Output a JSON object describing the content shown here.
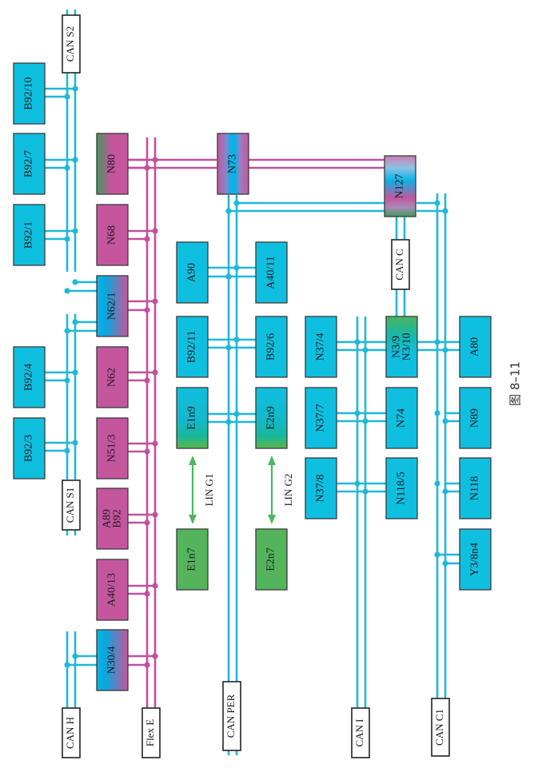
{
  "figure": {
    "caption": "图 8–11",
    "orientation": "rotated-90-ccw"
  },
  "colors": {
    "can_bus": "#1fb8d9",
    "flexray_bus": "#c2509e",
    "lin_bus": "#4cb860",
    "module_can": "#0fbfe0",
    "module_flexray": "#c4569e",
    "module_lin": "#54b45c",
    "tag_border": "#222222"
  },
  "buses": [
    {
      "id": "can-s2",
      "label": "CAN S2",
      "type": "can"
    },
    {
      "id": "can-s1",
      "label": "CAN S1",
      "type": "can"
    },
    {
      "id": "can-h",
      "label": "CAN H",
      "type": "can"
    },
    {
      "id": "flex-e",
      "label": "Flex E",
      "type": "flexray"
    },
    {
      "id": "can-per",
      "label": "CAN PER",
      "type": "can"
    },
    {
      "id": "can-i",
      "label": "CAN I",
      "type": "can"
    },
    {
      "id": "can-c",
      "label": "CAN C",
      "type": "can"
    },
    {
      "id": "can-c1",
      "label": "CAN C1",
      "type": "can"
    },
    {
      "id": "lin-g1",
      "label": "LIN G1",
      "type": "lin"
    },
    {
      "id": "lin-g2",
      "label": "LIN G2",
      "type": "lin"
    }
  ],
  "modules": [
    {
      "id": "b92-10",
      "label": "B92/10",
      "type": "can",
      "bus": "CAN S2"
    },
    {
      "id": "b92-7",
      "label": "B92/7",
      "type": "can",
      "bus": "CAN S2"
    },
    {
      "id": "b92-1",
      "label": "B92/1",
      "type": "can",
      "bus": "CAN S2"
    },
    {
      "id": "b92-4",
      "label": "B92/4",
      "type": "can",
      "bus": "CAN S1"
    },
    {
      "id": "b92-3",
      "label": "B92/3",
      "type": "can",
      "bus": "CAN S1"
    },
    {
      "id": "n80",
      "label": "N80",
      "type": "gateway-green-magenta",
      "bus": "Flex E"
    },
    {
      "id": "n68",
      "label": "N68",
      "type": "flexray",
      "bus": "Flex E"
    },
    {
      "id": "n62-1",
      "label": "N62/1",
      "type": "gateway-cyan-magenta",
      "bus": "CAN S1 / CAN S2 / Flex E"
    },
    {
      "id": "n62",
      "label": "N62",
      "type": "flexray",
      "bus": "Flex E"
    },
    {
      "id": "n51-3",
      "label": "N51/3",
      "type": "flexray",
      "bus": "Flex E"
    },
    {
      "id": "a89-b92",
      "label": "A89",
      "label2": "B92",
      "type": "flexray",
      "bus": "Flex E"
    },
    {
      "id": "a40-13",
      "label": "A40/13",
      "type": "flexray",
      "bus": "Flex E"
    },
    {
      "id": "n30-4",
      "label": "N30/4",
      "type": "gateway-cyan-magenta",
      "bus": "CAN H / Flex E"
    },
    {
      "id": "n73",
      "label": "N73",
      "type": "gateway-striped",
      "bus": "Flex E / CAN PER"
    },
    {
      "id": "n127",
      "label": "N127",
      "type": "gateway-striped",
      "bus": "Flex E / CAN PER / CAN C / CAN C1"
    },
    {
      "id": "a90",
      "label": "A90",
      "type": "can",
      "bus": "CAN PER"
    },
    {
      "id": "a40-11",
      "label": "A40/11",
      "type": "can",
      "bus": "CAN PER"
    },
    {
      "id": "b92-11",
      "label": "B92/11",
      "type": "can",
      "bus": "CAN PER"
    },
    {
      "id": "b92-6",
      "label": "B92/6",
      "type": "can",
      "bus": "CAN PER"
    },
    {
      "id": "e1n9",
      "label": "E1n9",
      "type": "gateway-cyan-green",
      "bus": "CAN PER / LIN G1"
    },
    {
      "id": "e2n9",
      "label": "E2n9",
      "type": "gateway-cyan-green",
      "bus": "CAN PER / LIN G2"
    },
    {
      "id": "e1n7",
      "label": "E1n7",
      "type": "lin",
      "bus": "LIN G1"
    },
    {
      "id": "e2n7",
      "label": "E2n7",
      "type": "lin",
      "bus": "LIN G2"
    },
    {
      "id": "n37-4",
      "label": "N37/4",
      "type": "can",
      "bus": "CAN I"
    },
    {
      "id": "n37-7",
      "label": "N37/7",
      "type": "can",
      "bus": "CAN I"
    },
    {
      "id": "n37-8",
      "label": "N37/8",
      "type": "can",
      "bus": "CAN I"
    },
    {
      "id": "n3-9",
      "label": "N3/9",
      "label2": "N3/10",
      "type": "gateway-green-cyan",
      "bus": "CAN I / CAN C / CAN C1"
    },
    {
      "id": "n74",
      "label": "N74",
      "type": "can",
      "bus": "CAN I"
    },
    {
      "id": "n118-5",
      "label": "N118/5",
      "type": "can",
      "bus": "CAN I"
    },
    {
      "id": "a80",
      "label": "A80",
      "type": "can",
      "bus": "CAN C1"
    },
    {
      "id": "n89",
      "label": "N89",
      "type": "can",
      "bus": "CAN C1"
    },
    {
      "id": "n118",
      "label": "N118",
      "type": "can",
      "bus": "CAN C1"
    },
    {
      "id": "y3-8n4",
      "label": "Y3/8n4",
      "type": "can",
      "bus": "CAN C1"
    }
  ]
}
